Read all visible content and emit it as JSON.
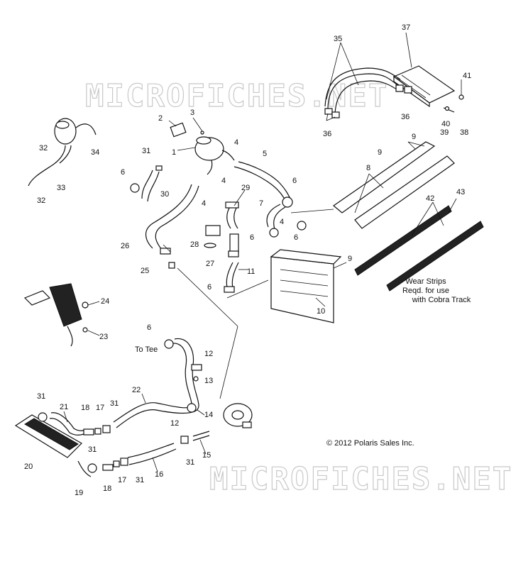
{
  "watermark": {
    "top": "MICROFICHES.NET",
    "bottom": "MICROFICHES.NET"
  },
  "copyright": "© 2012 Polaris Sales Inc.",
  "notes": {
    "to_tee": "To Tee",
    "wear_strips_line1": "Wear Strips",
    "wear_strips_line2": "Reqd. for use",
    "wear_strips_line3": "with Cobra Track"
  },
  "callouts": [
    {
      "id": "c37",
      "label": "37"
    },
    {
      "id": "c35",
      "label": "35"
    },
    {
      "id": "c41",
      "label": "41"
    },
    {
      "id": "c36a",
      "label": "36"
    },
    {
      "id": "c36b",
      "label": "36"
    },
    {
      "id": "c40",
      "label": "40"
    },
    {
      "id": "c39",
      "label": "39"
    },
    {
      "id": "c38",
      "label": "38"
    },
    {
      "id": "c2",
      "label": "2"
    },
    {
      "id": "c3",
      "label": "3"
    },
    {
      "id": "c1",
      "label": "1"
    },
    {
      "id": "c4a",
      "label": "4"
    },
    {
      "id": "c5",
      "label": "5"
    },
    {
      "id": "c32a",
      "label": "32"
    },
    {
      "id": "c34",
      "label": "34"
    },
    {
      "id": "c31a",
      "label": "31"
    },
    {
      "id": "c33",
      "label": "33"
    },
    {
      "id": "c32b",
      "label": "32"
    },
    {
      "id": "c6a",
      "label": "6"
    },
    {
      "id": "c30",
      "label": "30"
    },
    {
      "id": "c4b",
      "label": "4"
    },
    {
      "id": "c9a",
      "label": "9"
    },
    {
      "id": "c9b",
      "label": "9"
    },
    {
      "id": "c8",
      "label": "8"
    },
    {
      "id": "c29",
      "label": "29"
    },
    {
      "id": "c6b",
      "label": "6"
    },
    {
      "id": "c43",
      "label": "43"
    },
    {
      "id": "c42",
      "label": "42"
    },
    {
      "id": "c4c",
      "label": "4"
    },
    {
      "id": "c7",
      "label": "7"
    },
    {
      "id": "c4d",
      "label": "4"
    },
    {
      "id": "c6c",
      "label": "6"
    },
    {
      "id": "c26",
      "label": "26"
    },
    {
      "id": "c28",
      "label": "28"
    },
    {
      "id": "c6d",
      "label": "6"
    },
    {
      "id": "c27",
      "label": "27"
    },
    {
      "id": "c9c",
      "label": "9"
    },
    {
      "id": "c25",
      "label": "25"
    },
    {
      "id": "c11",
      "label": "11"
    },
    {
      "id": "c6e",
      "label": "6"
    },
    {
      "id": "c10",
      "label": "10"
    },
    {
      "id": "c24",
      "label": "24"
    },
    {
      "id": "c23",
      "label": "23"
    },
    {
      "id": "c6f",
      "label": "6"
    },
    {
      "id": "c12a",
      "label": "12"
    },
    {
      "id": "c13",
      "label": "13"
    },
    {
      "id": "c22",
      "label": "22"
    },
    {
      "id": "c31b",
      "label": "31"
    },
    {
      "id": "c21",
      "label": "21"
    },
    {
      "id": "c18a",
      "label": "18"
    },
    {
      "id": "c17a",
      "label": "17"
    },
    {
      "id": "c31c",
      "label": "31"
    },
    {
      "id": "c12b",
      "label": "12"
    },
    {
      "id": "c14",
      "label": "14"
    },
    {
      "id": "c15",
      "label": "15"
    },
    {
      "id": "c31d",
      "label": "31"
    },
    {
      "id": "c16",
      "label": "16"
    },
    {
      "id": "c31e",
      "label": "31"
    },
    {
      "id": "c20",
      "label": "20"
    },
    {
      "id": "c17b",
      "label": "17"
    },
    {
      "id": "c31f",
      "label": "31"
    },
    {
      "id": "c18b",
      "label": "18"
    },
    {
      "id": "c19",
      "label": "19"
    }
  ]
}
